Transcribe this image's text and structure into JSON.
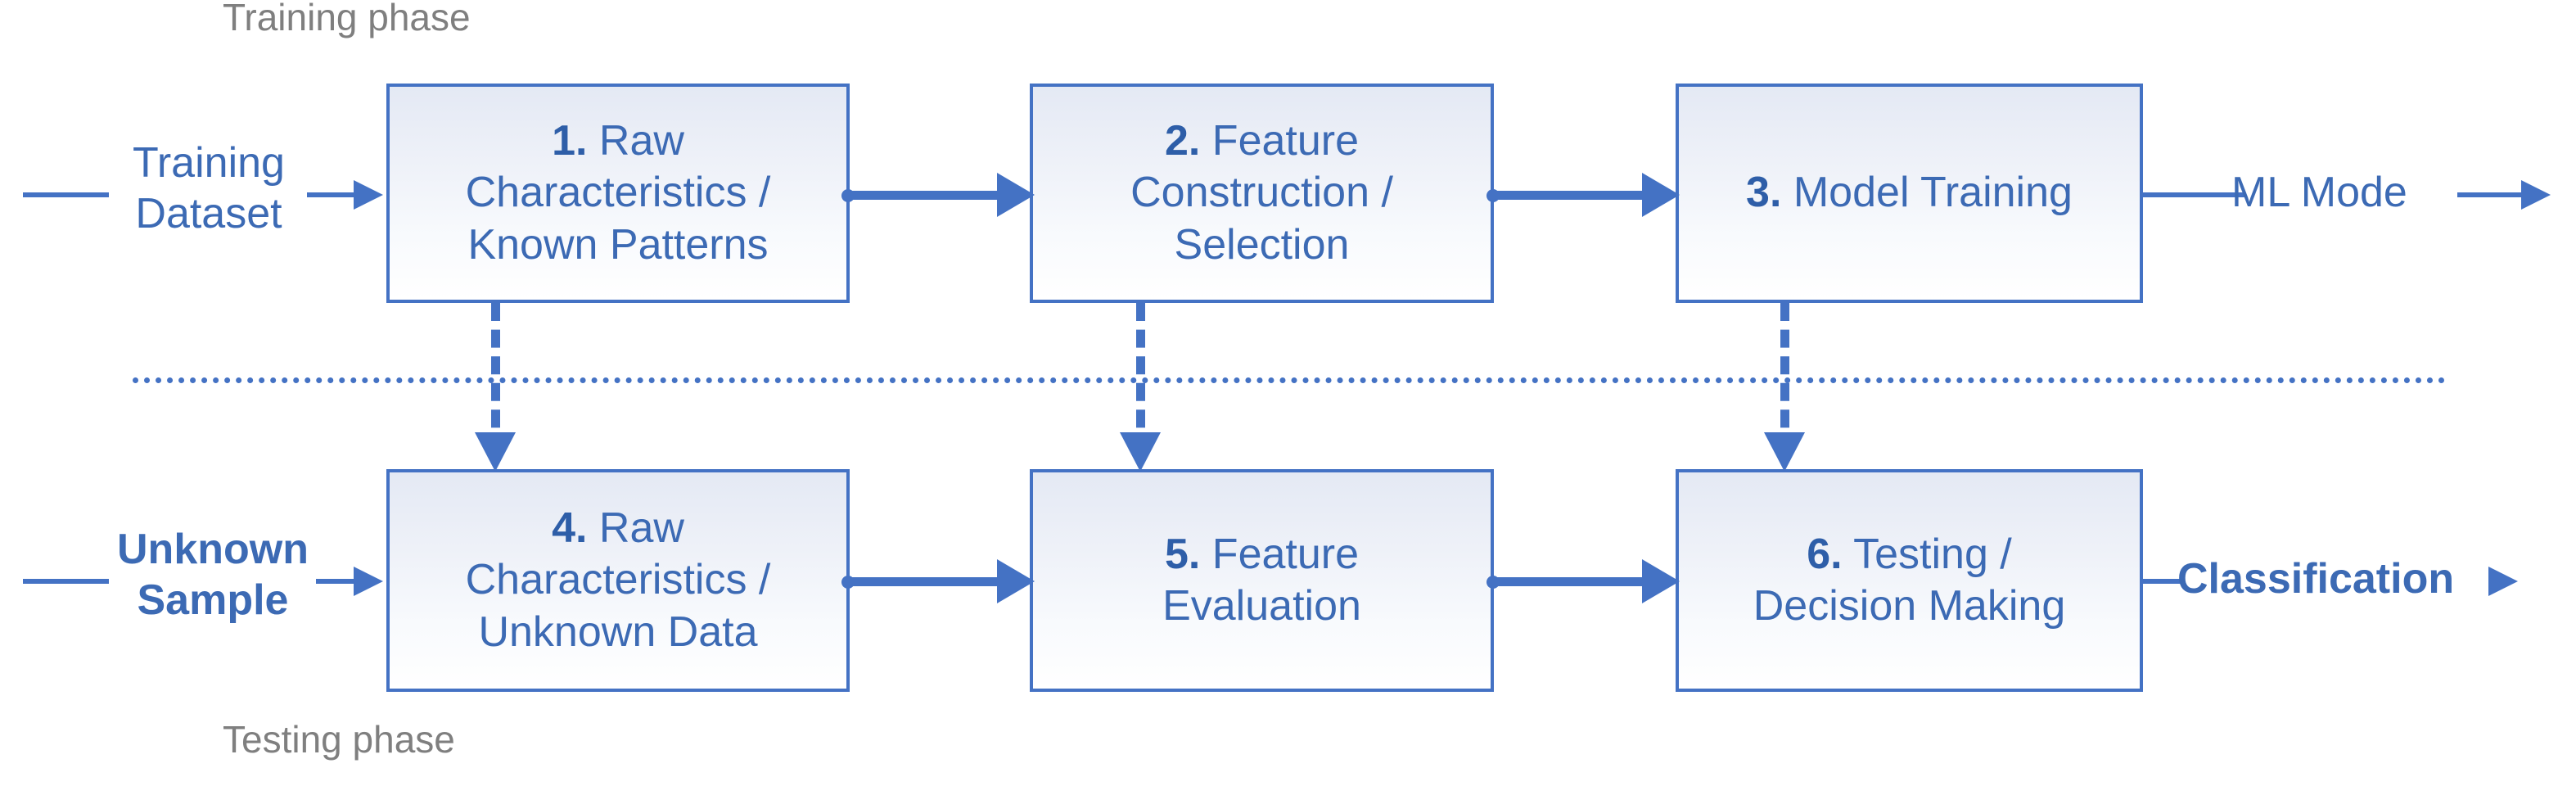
{
  "diagram": {
    "title_phases": {
      "training": "Training phase",
      "testing": "Testing phase"
    },
    "colors": {
      "accent": "#4472C4",
      "box_text": "#3C6AB4",
      "phase_label": "#7F7F7F",
      "box_fill_top": "#E4E9F4",
      "box_fill_bottom": "#FFFFFF"
    },
    "inputs": {
      "training_dataset": "Training\nDataset",
      "unknown_sample": "Unknown\nSample"
    },
    "outputs": {
      "ml_model": "ML Mode",
      "classification": "Classification"
    },
    "steps": [
      {
        "num": "1.",
        "label": " Raw\nCharacteristics /\nKnown Patterns",
        "row": "training"
      },
      {
        "num": "2.",
        "label": " Feature\nConstruction /\nSelection",
        "row": "training"
      },
      {
        "num": "3.",
        "label": " Model Training",
        "row": "training"
      },
      {
        "num": "4.",
        "label": " Raw\nCharacteristics /\nUnknown Data",
        "row": "testing"
      },
      {
        "num": "5.",
        "label": " Feature\nEvaluation",
        "row": "testing"
      },
      {
        "num": "6.",
        "label": " Testing /\nDecision Making",
        "row": "testing"
      }
    ]
  }
}
